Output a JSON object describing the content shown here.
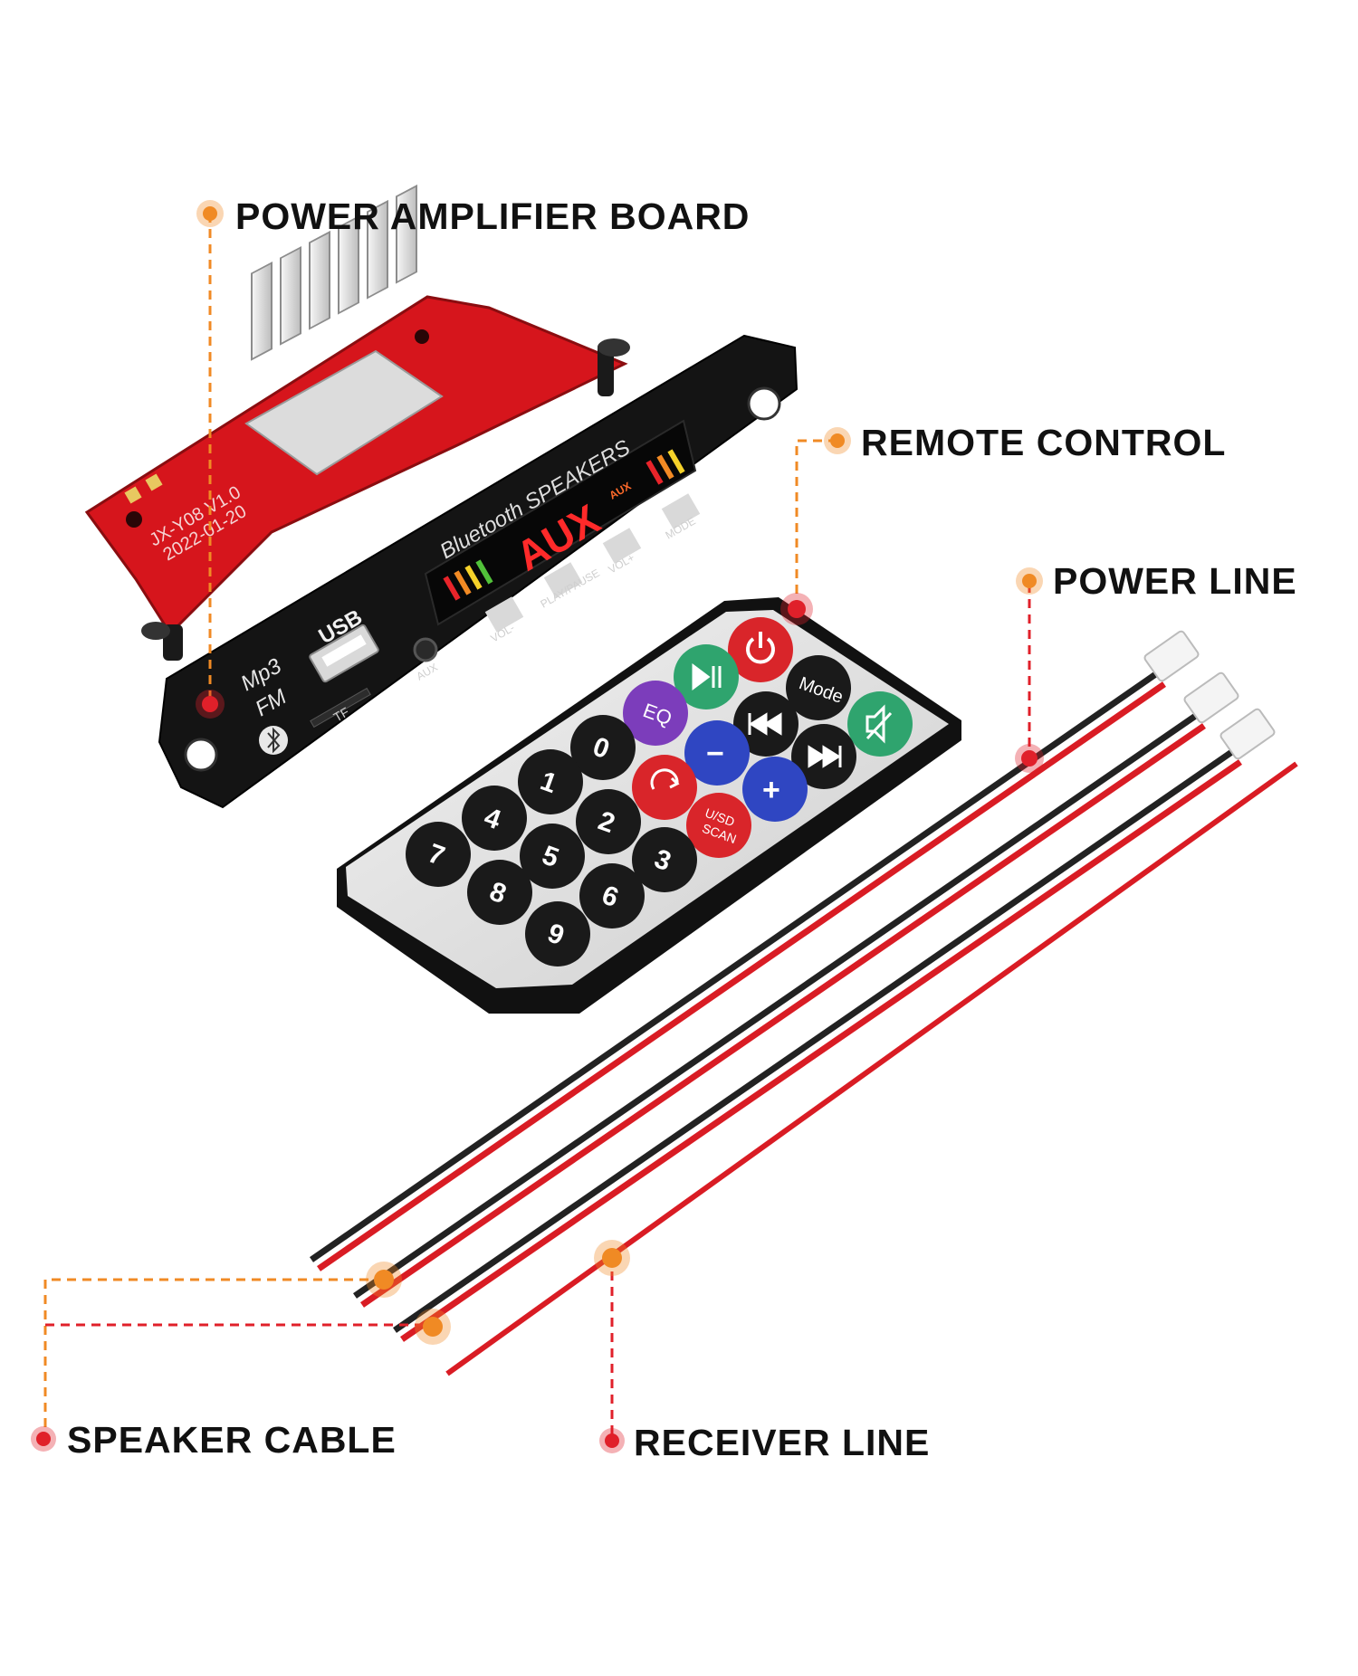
{
  "callouts": {
    "power_amplifier_board": "POWER AMPLIFIER BOARD",
    "remote_control": "REMOTE CONTROL",
    "power_line": "POWER LINE",
    "speaker_cable": "SPEAKER CABLE",
    "receiver_line": "RECEIVER LINE"
  },
  "board": {
    "model": "JX-Y08 V1.0",
    "date": "2022-01-20",
    "brand_text": "Bluetooth SPEAKERS",
    "display_text": "AUX",
    "display_badge": "AUX",
    "usb_label": "USB",
    "tf_label": "TF",
    "aux_label": "AUX",
    "mp3_label": "Mp3",
    "fm_label": "FM",
    "button_labels": [
      "VOL-",
      "PLAY/PAUSE",
      "VOL+",
      "MODE"
    ]
  },
  "remote": {
    "mode": "Mode",
    "eq": "EQ",
    "minus": "−",
    "plus": "+",
    "usd_scan": [
      "U/SD",
      "SCAN"
    ],
    "digits": [
      "0",
      "1",
      "2",
      "3",
      "4",
      "5",
      "6",
      "7",
      "8",
      "9"
    ]
  },
  "colors": {
    "accent_orange": "#f08a24",
    "accent_red": "#e0202a",
    "board_red": "#d6151c",
    "wire_red": "#d91c24",
    "wire_black": "#222222"
  }
}
